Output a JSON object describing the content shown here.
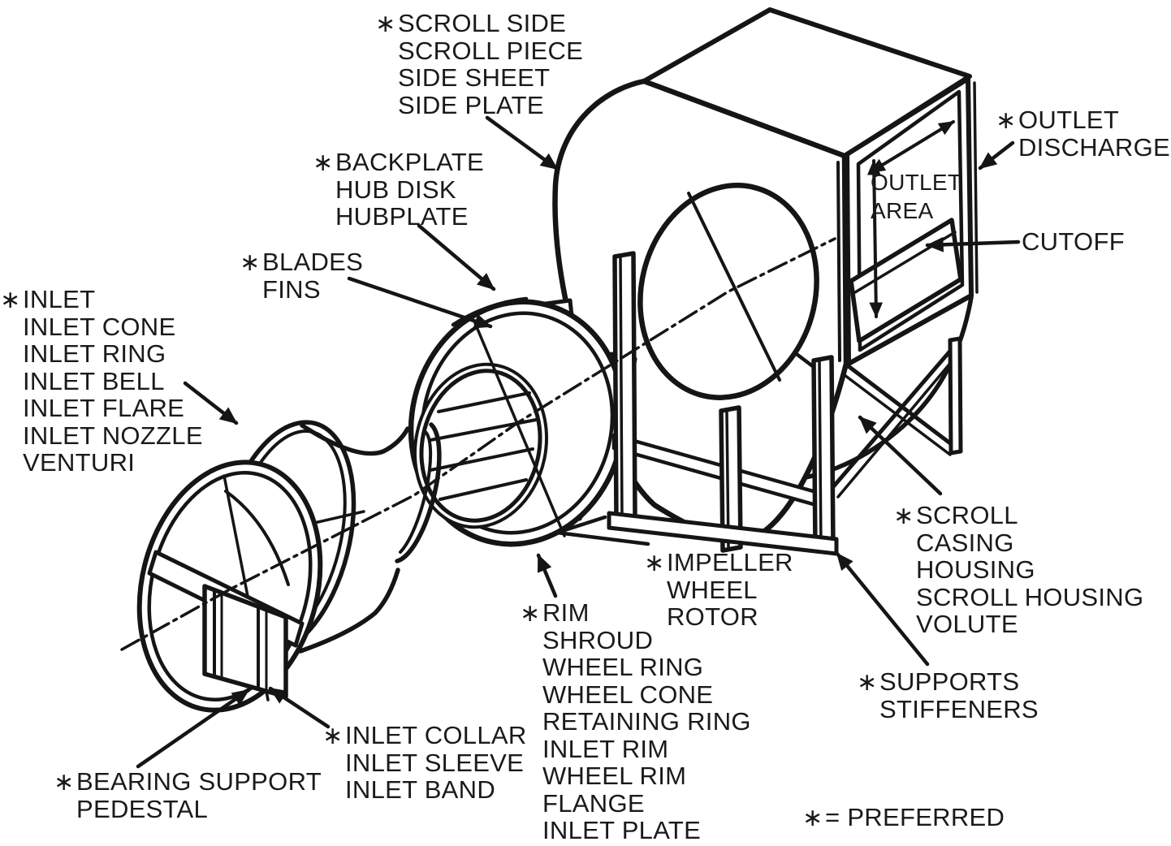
{
  "figure": {
    "type": "technical-line-diagram",
    "subject": "Centrifugal fan component nomenclature (exploded view)",
    "background_color": "#ffffff",
    "line_color": "#151515",
    "text_color": "#1a1a1a"
  },
  "labels": {
    "scroll_side": {
      "marker": "∗",
      "lines": [
        "SCROLL SIDE",
        "SCROLL PIECE",
        "SIDE SHEET",
        "SIDE PLATE"
      ]
    },
    "backplate": {
      "marker": "∗",
      "lines": [
        "BACKPLATE",
        "HUB DISK",
        "HUBPLATE"
      ]
    },
    "blades": {
      "marker": "∗",
      "lines": [
        "BLADES",
        "FINS"
      ]
    },
    "inlet": {
      "marker": "∗",
      "lines": [
        "INLET",
        "INLET CONE",
        "INLET RING",
        "INLET BELL",
        "INLET FLARE",
        "INLET NOZZLE",
        "VENTURI"
      ]
    },
    "outlet": {
      "marker": "∗",
      "lines": [
        "OUTLET",
        "DISCHARGE"
      ]
    },
    "outlet_area": {
      "marker": "",
      "lines": [
        "OUTLET",
        "AREA"
      ]
    },
    "cutoff": {
      "marker": "",
      "lines": [
        "CUTOFF"
      ]
    },
    "scroll_casing": {
      "marker": "∗",
      "lines": [
        "SCROLL",
        "CASING",
        "HOUSING",
        "SCROLL HOUSING",
        "VOLUTE"
      ]
    },
    "supports": {
      "marker": "∗",
      "lines": [
        "SUPPORTS",
        "STIFFENERS"
      ]
    },
    "impeller": {
      "marker": "∗",
      "lines": [
        "IMPELLER",
        "WHEEL",
        "ROTOR"
      ]
    },
    "rim": {
      "marker": "∗",
      "lines": [
        "RIM",
        "SHROUD",
        "WHEEL RING",
        "WHEEL CONE",
        "RETAINING RING",
        "INLET RIM",
        "WHEEL RIM",
        "FLANGE",
        "INLET PLATE"
      ]
    },
    "inlet_collar": {
      "marker": "∗",
      "lines": [
        "INLET COLLAR",
        "INLET SLEEVE",
        "INLET BAND"
      ]
    },
    "bearing": {
      "marker": "∗",
      "lines": [
        "BEARING SUPPORT",
        "PEDESTAL"
      ]
    }
  },
  "legend": {
    "marker": "∗",
    "text": "= PREFERRED"
  }
}
